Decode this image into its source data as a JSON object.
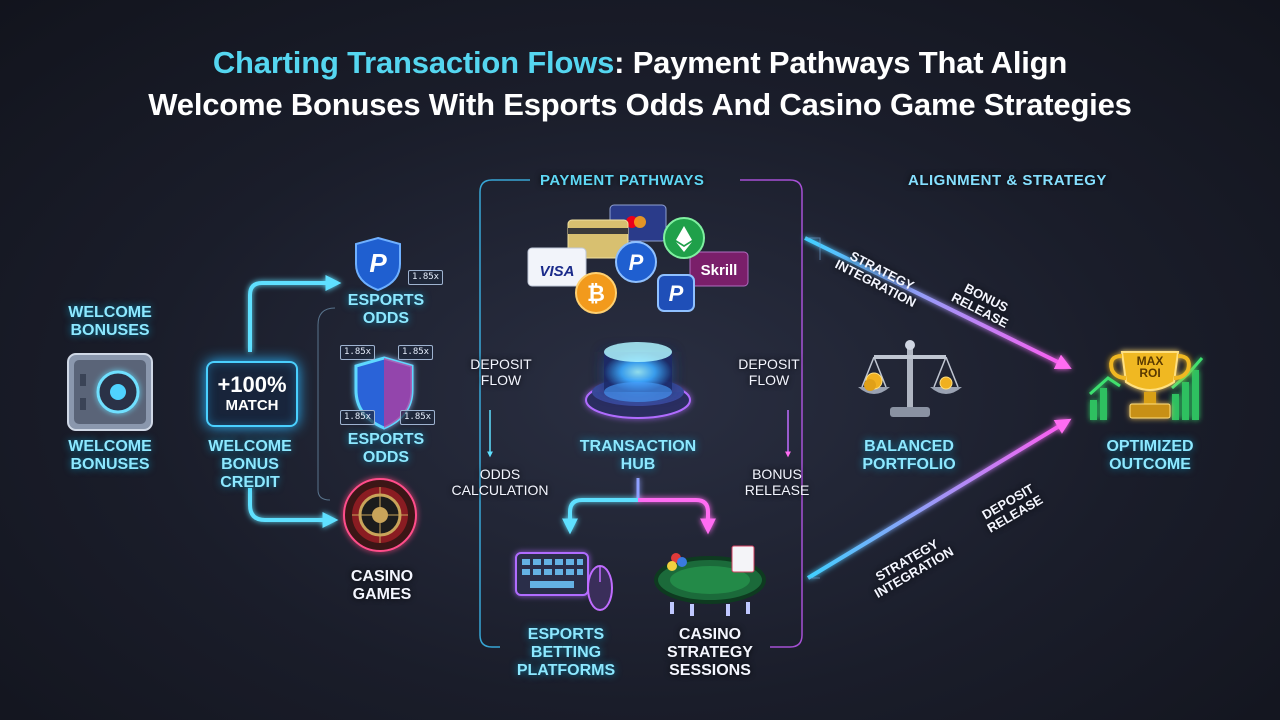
{
  "title": {
    "highlight": "Charting Transaction Flows",
    "line1_rest": ": Payment Pathways That Align",
    "line2": "Welcome Bonuses With Esports Odds And Casino Game Strategies"
  },
  "sections": {
    "payment_pathways": "PAYMENT PATHWAYS",
    "alignment_strategy": "ALIGNMENT & STRATEGY"
  },
  "nodes": {
    "welcome_bonuses_top": "WELCOME\nBONUSES",
    "welcome_bonuses_bottom": "WELCOME\nBONUSES",
    "match_pct": "+100%",
    "match_label": "MATCH",
    "welcome_bonus_credit": "WELCOME\nBONUS\nCREDIT",
    "esports_odds_top": "ESPORTS\nODDS",
    "esports_odds_mid": "ESPORTS\nODDS",
    "casino_games": "CASINO\nGAMES",
    "transaction_hub": "TRANSACTION\nHUB",
    "esports_betting_platforms": "ESPORTS\nBETTING\nPLATFORMS",
    "casino_strategy_sessions": "CASINO\nSTRATEGY\nSESSIONS",
    "balanced_portfolio": "BALANCED\nPORTFOLIO",
    "optimized_outcome": "OPTIMIZED\nOUTCOME",
    "trophy_text": "MAX\nROI"
  },
  "flows": {
    "deposit_flow_left": "DEPOSIT\nFLOW",
    "deposit_flow_right": "DEPOSIT\nFLOW",
    "odds_calculation": "ODDS\nCALCULATION",
    "bonus_release_mid": "BONUS\nRELEASE",
    "strategy_integration_top": "STRATEGY\nINTEGRATION",
    "bonus_release_top": "BONUS\nRELEASE",
    "strategy_integration_bottom": "STRATEGY\nINTEGRATION",
    "deposit_release_bottom": "DEPOSIT\nRELEASE"
  },
  "odds_tags": [
    "1.85x",
    "1.85x",
    "1.85x",
    "1.85x",
    "1.85x"
  ],
  "payment_brands": [
    "VISA",
    "Skrill",
    "P",
    "P",
    "P"
  ],
  "colors": {
    "cyan": "#4fd3ff",
    "magenta": "#e05cff",
    "background": "#1a1d2a",
    "title_highlight": "#55d6f0"
  },
  "icons": [
    "safe-icon",
    "paypal-shield-icon",
    "shield-icon",
    "roulette-icon",
    "credit-cards-icon",
    "bitcoin-icon",
    "ethereum-icon",
    "skrill-icon",
    "paypal-icon",
    "hub-platform-icon",
    "keyboard-icon",
    "mouse-icon",
    "poker-table-icon",
    "scale-icon",
    "trophy-icon",
    "bar-chart-icon"
  ]
}
